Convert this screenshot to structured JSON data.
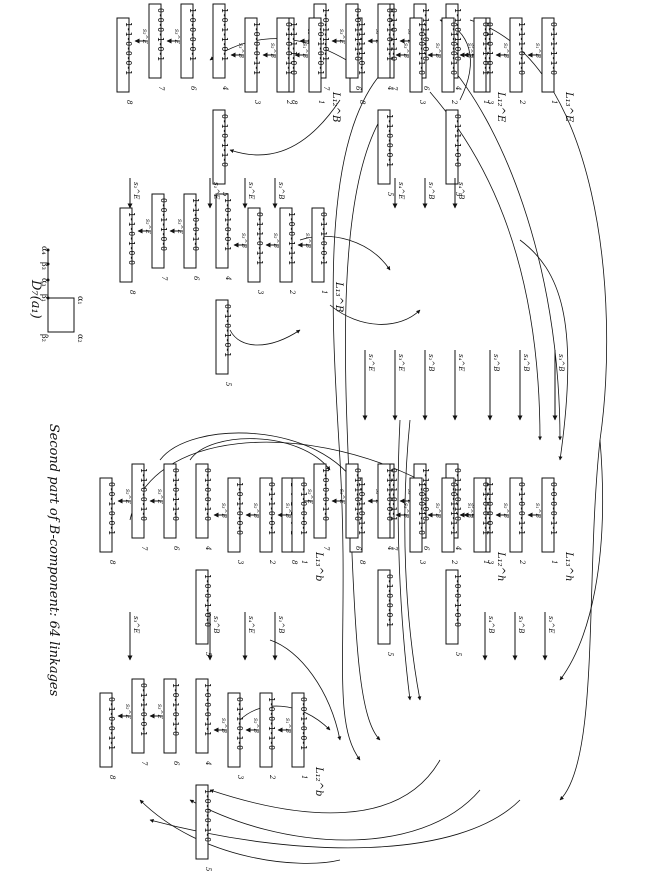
{
  "caption": "Second part of B-component: 64 linkages",
  "dynkin": {
    "label": "D₇(a₁)",
    "nodes": [
      "α₄",
      "β₃",
      "α₃",
      "β₁",
      "α₁",
      "β₂",
      "α₂"
    ]
  },
  "quadrants": [
    {
      "id": "top",
      "blocks": [
        {
          "label": "L₁₃^E",
          "codes": [
            "0-1-1-1-1-0",
            "1-1-1-0-1-0",
            "0-1-0-1-0-1",
            "1-1-0-1-0-0",
            "0-1-1-1-0-0",
            "1-1-1-0-0-0",
            "0-1-0-1-1-0",
            "1-1-1-1-0-1"
          ]
        },
        {
          "label": "L₁₂^E",
          "codes": [
            "0-0-1-1-0-1",
            "0-1-0-0-1-0",
            "1-0-0-1-1-0",
            "0-0-1-0-1-1",
            "1-1-0-0-0-1",
            "0-0-1-1-1-0",
            "1-0-1-1-0-1",
            "1-1-1-1-0-0"
          ]
        },
        {
          "label": "L₁₃^B",
          "codes": [
            "0-1-1-0-0-1",
            "1-0-0-1-1-1",
            "0-1-1-0-1-1",
            "1-0-1-0-0-1",
            "0-1-0-1-0-1",
            "1-1-0-0-1-0",
            "0-0-1-1-0-0",
            "1-1-0-1-0-0"
          ]
        },
        {
          "label": "L₁₂^B",
          "codes": [
            "0-0-1-0-0-1",
            "0-1-0-0-1-1",
            "1-0-0-0-1-1",
            "1-0-1-1-0-1",
            "0-1-0-1-1-0",
            "1-0-0-0-0-1",
            "0-0-0-1-0-1",
            "1-1-0-0-0-1"
          ]
        }
      ]
    },
    {
      "id": "bottom",
      "blocks": [
        {
          "label": "L₁₃^h",
          "codes": [
            "0-0-0-0-1-1",
            "0-1-0-0-1-1",
            "1-1-0-0-0-1",
            "0-1-1-0-1-0",
            "1-0-0-1-0-0",
            "1-1-0-0-0-0",
            "0-1-1-0-1-1",
            "1-0-1-0-1-1"
          ]
        },
        {
          "label": "L₁₂^h",
          "codes": [
            "0-1-0-0-1-1",
            "0-0-1-1-1-1",
            "1-0-0-1-1-0",
            "1-1-1-0-0-0",
            "0-1-0-0-0-1",
            "0-1-1-0-1-0",
            "1-0-0-0-1-0",
            "1-0-1-1-0-1"
          ]
        },
        {
          "label": "L₁₃^b",
          "codes": [
            "0-1-0-0-0-1",
            "0-1-1-0-0-1",
            "1-0-1-0-0-0",
            "0-1-0-0-1-0",
            "1-0-0-1-0-0",
            "0-1-0-1-1-0",
            "1-1-0-0-1-0",
            "0-0-1-0-0-1"
          ]
        },
        {
          "label": "L₁₂^b",
          "codes": [
            "0-0-1-0-0-1",
            "1-0-0-1-1-0",
            "0-1-1-0-1-0",
            "1-0-0-0-1-1",
            "1-0-0-0-1-0",
            "1-0-1-0-1-0",
            "0-1-1-0-0-1",
            "0-1-0-0-1-1"
          ]
        }
      ]
    }
  ],
  "node_indices": [
    "1",
    "2",
    "3",
    "4",
    "5",
    "6",
    "7",
    "8"
  ],
  "edge_labels": [
    "s₁^B",
    "s₂^B",
    "s₃^B",
    "s₄^B",
    "s₄^E",
    "s₃^E",
    "s₂^E",
    "s₁^E"
  ],
  "strip_labels": [
    "s₂^E",
    "s₁^E",
    "s₃^E",
    "s₂^B",
    "s₄^E",
    "s₁^B",
    "s₄^B",
    "s₃^B"
  ]
}
